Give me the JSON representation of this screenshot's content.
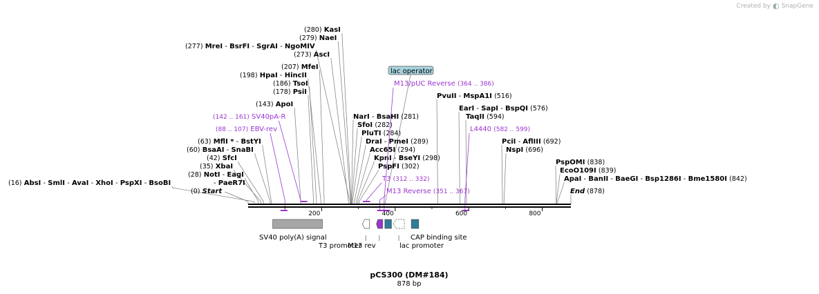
{
  "brand": {
    "created_by": "Created by",
    "product": "SnapGene",
    "logo_icon": "snapgene-logo-icon"
  },
  "plasmid": {
    "name": "pCS300 (DM#184)",
    "length_label": "878 bp",
    "length": 878
  },
  "ends": {
    "start": "Start",
    "start_pos": "(0)",
    "end": "End",
    "end_pos": "(878)"
  },
  "ticks": [
    {
      "label": "200",
      "value": 200
    },
    {
      "label": "400",
      "value": 400
    },
    {
      "label": "600",
      "value": 600
    },
    {
      "label": "800",
      "value": 800
    }
  ],
  "sites": [
    {
      "pos": "(16)",
      "names": [
        "AbsI",
        "SmlI",
        "AvaI",
        "XhoI",
        "PspXI",
        "BsoBI"
      ]
    },
    {
      "pos": "(28)",
      "names": [
        "NotI",
        "EagI"
      ]
    },
    {
      "pos": "(35)",
      "names": [
        "XbaI"
      ]
    },
    {
      "pos": "(42)",
      "names": [
        "SfcI"
      ]
    },
    {
      "pos": "(60)",
      "names": [
        "BsaAI",
        "SnaBI"
      ]
    },
    {
      "pos": "(63)",
      "names": [
        "MflI *",
        "BstYI"
      ]
    },
    {
      "pos": "(143)",
      "names": [
        "ApoI"
      ]
    },
    {
      "pos": "(178)",
      "names": [
        "PsiI"
      ]
    },
    {
      "pos": "(186)",
      "names": [
        "TsoI"
      ]
    },
    {
      "pos": "(198)",
      "names": [
        "HpaI",
        "HincII"
      ]
    },
    {
      "pos": "(207)",
      "names": [
        "MfeI"
      ]
    },
    {
      "pos": "(273)",
      "names": [
        "AscI"
      ]
    },
    {
      "pos": "(277)",
      "names": [
        "MreI",
        "BsrFI",
        "SgrAI",
        "NgoMIV"
      ]
    },
    {
      "pos": "(279)",
      "names": [
        "NaeI"
      ]
    },
    {
      "pos": "(280)",
      "names": [
        "KasI"
      ]
    },
    {
      "pos": "(281)",
      "names": [
        "NarI",
        "BsaHI"
      ]
    },
    {
      "pos": "(282)",
      "names": [
        "SfoI"
      ]
    },
    {
      "pos": "(284)",
      "names": [
        "PluTI"
      ]
    },
    {
      "pos": "(289)",
      "names": [
        "DraI",
        "PmeI"
      ]
    },
    {
      "pos": "(294)",
      "names": [
        "Acc65I"
      ]
    },
    {
      "pos": "(298)",
      "names": [
        "KpnI",
        "BseYI"
      ]
    },
    {
      "pos": "(302)",
      "names": [
        "PspFI"
      ]
    },
    {
      "pos": "(516)",
      "names": [
        "PvuII",
        "MspA1I"
      ]
    },
    {
      "pos": "(576)",
      "names": [
        "EarI",
        "SapI",
        "BspQI"
      ]
    },
    {
      "pos": "(594)",
      "names": [
        "TaqII"
      ]
    },
    {
      "pos": "(692)",
      "names": [
        "PciI",
        "AflIII"
      ]
    },
    {
      "pos": "(696)",
      "names": [
        "NspI"
      ]
    },
    {
      "pos": "(838)",
      "names": [
        "PspOMI"
      ]
    },
    {
      "pos": "(839)",
      "names": [
        "EcoO109I"
      ]
    },
    {
      "pos": "(842)",
      "names": [
        "ApaI",
        "BanII",
        "BaeGI",
        "Bsp1286I",
        "Bme1580I"
      ]
    },
    {
      "pos": "(0)",
      "names": [
        "PaeR7I"
      ]
    }
  ],
  "primers": [
    {
      "name": "SV40pA-R",
      "range": "(142 .. 161)"
    },
    {
      "name": "EBV-rev",
      "range": "(88 .. 107)"
    },
    {
      "name": "M13/pUC Reverse",
      "range": "(364 .. 386)"
    },
    {
      "name": "T3",
      "range": "(312 .. 332)"
    },
    {
      "name": "M13 Reverse",
      "range": "(351 .. 367)"
    },
    {
      "name": "L4440",
      "range": "(582 .. 599)"
    }
  ],
  "features": [
    {
      "name": "lac operator",
      "color": "#a8d4df"
    },
    {
      "name": "SV40 poly(A) signal",
      "color": "#a6a6a6"
    },
    {
      "name": "T3 promoter",
      "color": "#ffffff"
    },
    {
      "name": "M13 rev",
      "color": "#9b34cf"
    },
    {
      "name": "lac promoter",
      "color": "#ffffff"
    },
    {
      "name": "CAP binding site",
      "color": "#2e7d97"
    }
  ]
}
